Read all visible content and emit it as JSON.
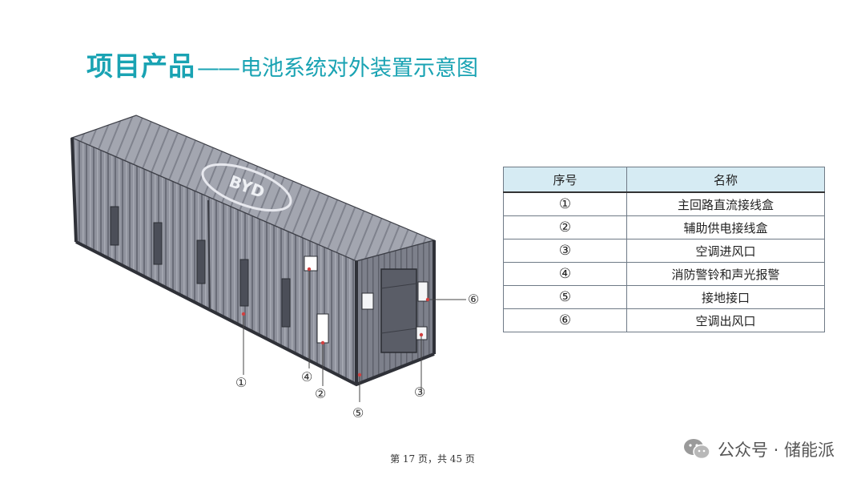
{
  "title": {
    "main": "项目产品",
    "dash": "——",
    "sub": "电池系统对外装置示意图"
  },
  "figure": {
    "logo_text": "BYD",
    "callouts": [
      "①",
      "②",
      "③",
      "④",
      "⑤",
      "⑥"
    ]
  },
  "table": {
    "headers": [
      "序号",
      "名称"
    ],
    "rows": [
      {
        "no": "①",
        "name": "主回路直流接线盒"
      },
      {
        "no": "②",
        "name": "辅助供电接线盒"
      },
      {
        "no": "③",
        "name": "空调进风口"
      },
      {
        "no": "④",
        "name": "消防警铃和声光报警"
      },
      {
        "no": "⑤",
        "name": "接地接口"
      },
      {
        "no": "⑥",
        "name": "空调出风口"
      }
    ]
  },
  "footer": {
    "page_text": "第 17 页，共 45 页"
  },
  "watermark": {
    "text": "公众号 · 储能派",
    "icon": "wechat-icon"
  },
  "colors": {
    "title": "#1aa3b3",
    "table_header_bg": "#d6ebf3",
    "container_body": "#8e919c",
    "callout_line": "#d04040"
  }
}
